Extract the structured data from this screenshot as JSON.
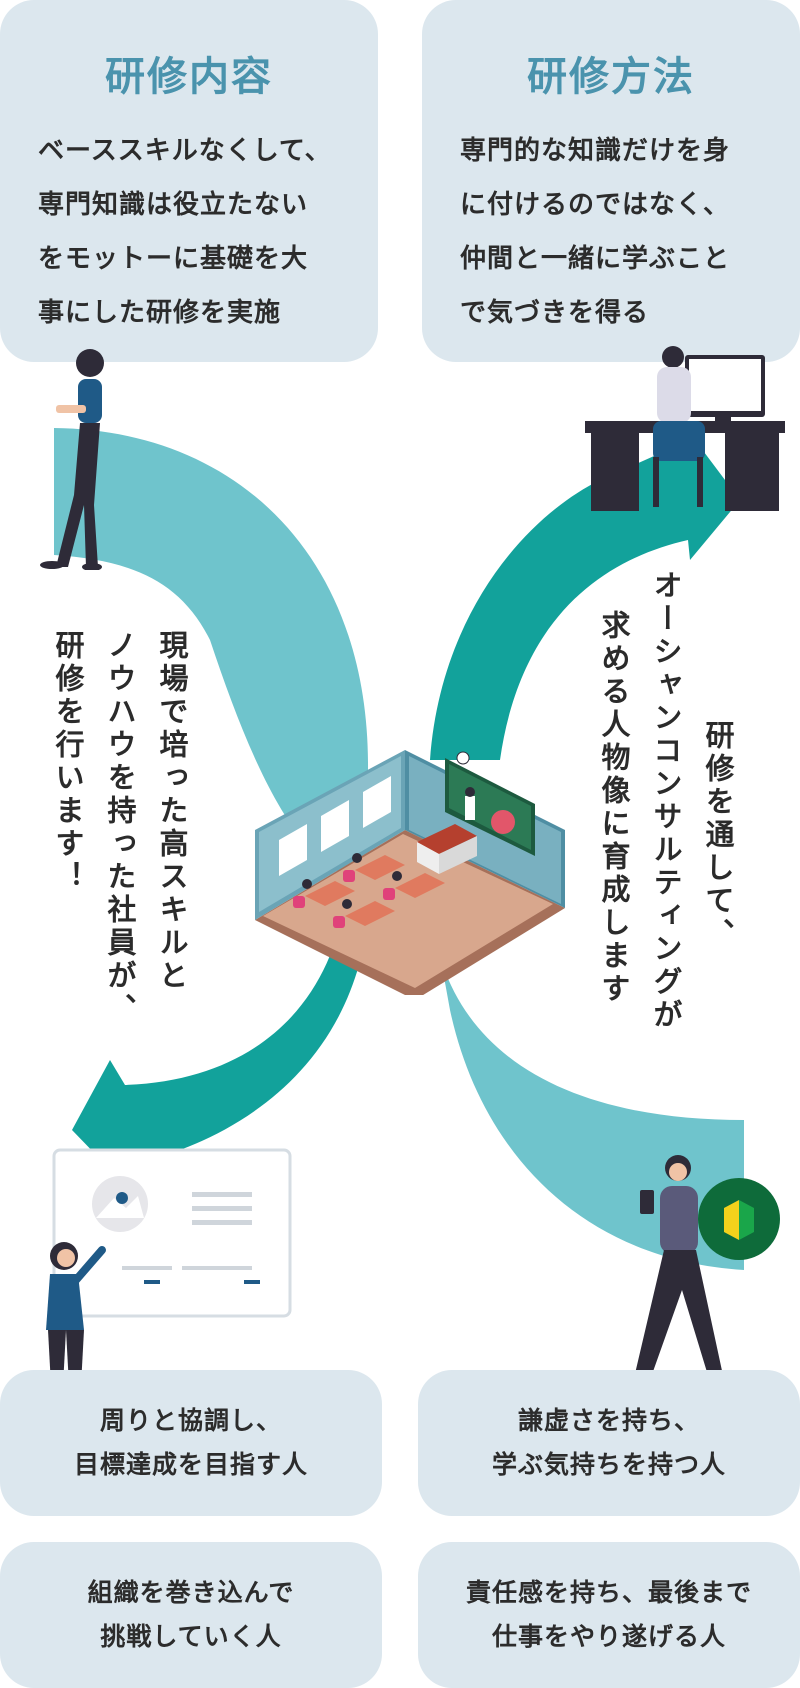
{
  "top_cards": {
    "left": {
      "title": "研修内容",
      "lines": [
        "ベーススキルなくして、",
        "専門知識は役立たない",
        "をモットーに基礎を大",
        "事にした研修を実施"
      ]
    },
    "right": {
      "title": "研修方法",
      "lines": [
        "専門的な知識だけを身",
        "に付けるのではなく、",
        "仲間と一緒に学ぶこと",
        "で気づきを得る"
      ]
    }
  },
  "center_left_text": {
    "columns": [
      "現場で培った高スキルと",
      "ノウハウを持った社員が、",
      "研修を行います！"
    ]
  },
  "center_right_text": {
    "columns": [
      "研修を通して、",
      "オーシャンコンサルティングが",
      "求める人物像に育成します"
    ]
  },
  "bottom_cards": [
    {
      "lines": [
        "周りと協調し、",
        "目標達成を目指す人"
      ]
    },
    {
      "lines": [
        "謙虚さを持ち、",
        "学ぶ気持ちを持つ人"
      ]
    },
    {
      "lines": [
        "組織を巻き込んで",
        "挑戦していく人"
      ]
    },
    {
      "lines": [
        "責任感を持ち、最後まで",
        "仕事をやり遂げる人"
      ]
    }
  ],
  "colors": {
    "card_bg": "#dce7ee",
    "title": "#4a93ad",
    "arrow_light": "#6fc4cc",
    "arrow_dark": "#12a29b",
    "wakaba_bg": "#0e6b3a"
  }
}
